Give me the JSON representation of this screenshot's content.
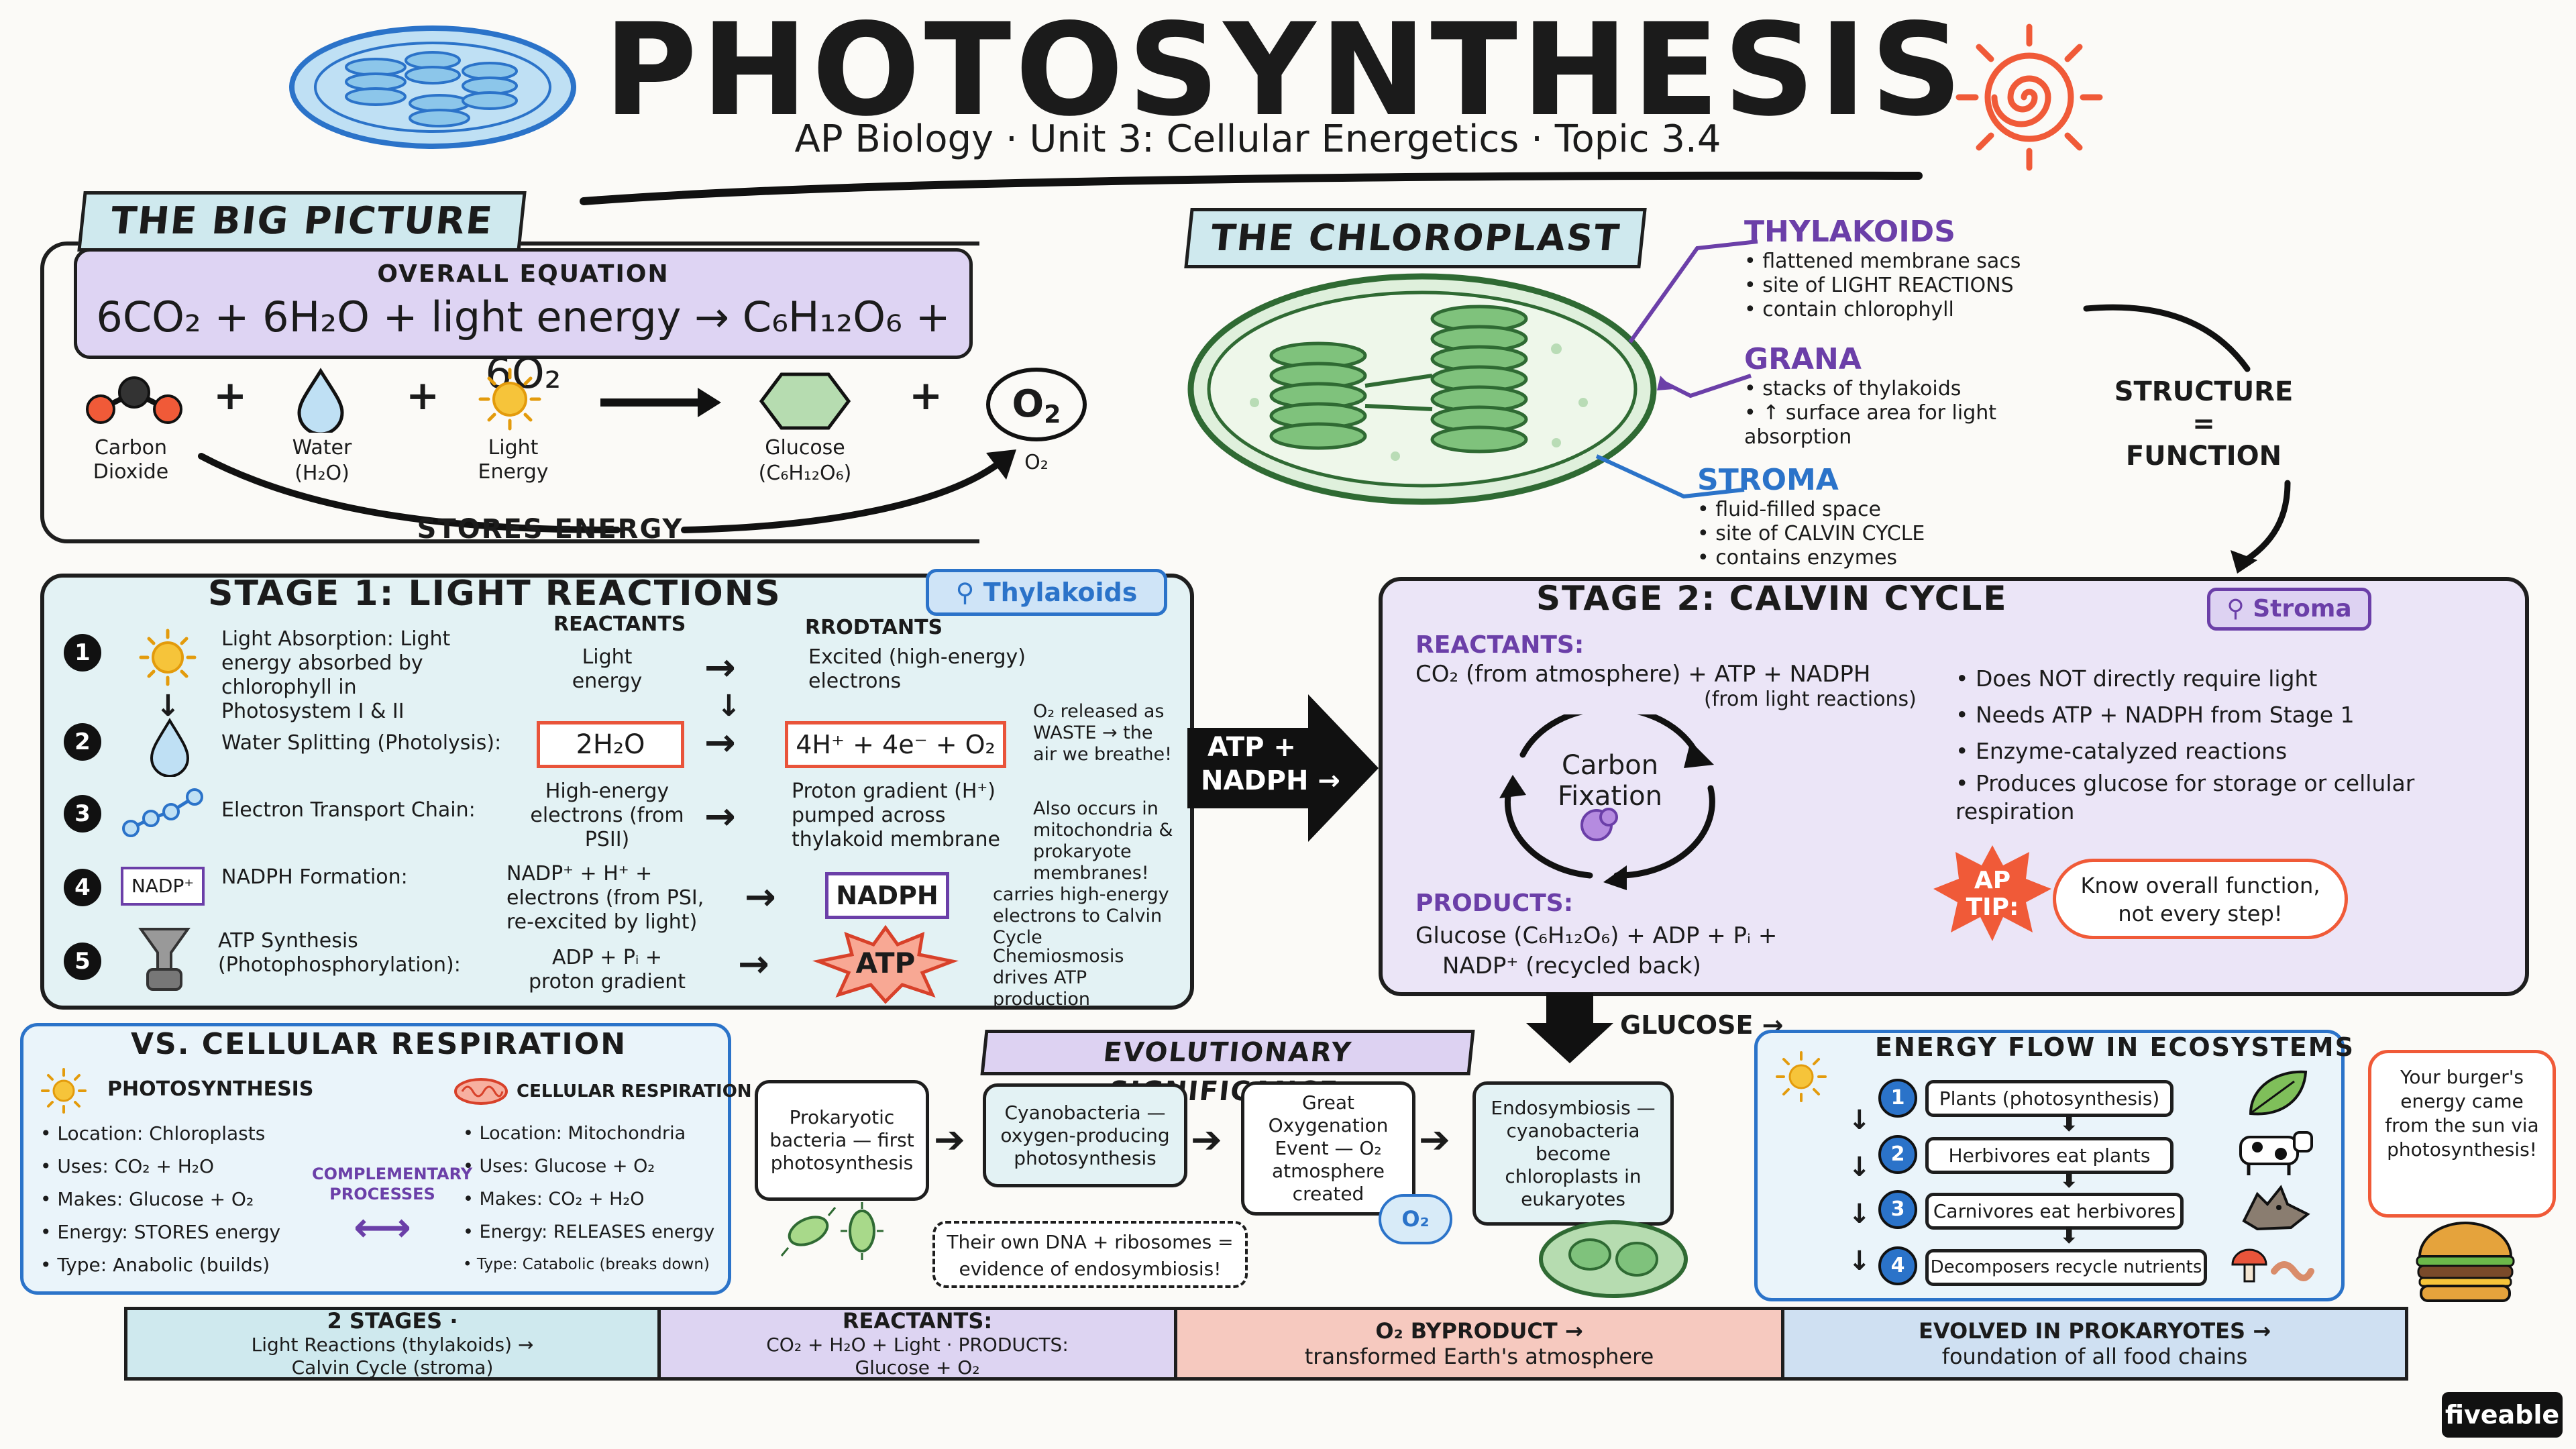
{
  "header": {
    "title": "PHOTOSYNTHESIS",
    "subtitle": "AP Biology · Unit 3: Cellular Energetics · Topic 3.4"
  },
  "big_picture": {
    "tag": "THE BIG PICTURE",
    "equation_label": "OVERALL EQUATION",
    "equation": "6CO₂ + 6H₂O + light energy → C₆H₁₂O₆ + 6O₂",
    "items": [
      {
        "name": "Carbon Dioxide",
        "sub": ""
      },
      {
        "name": "Water",
        "sub": "(H₂O)"
      },
      {
        "name": "Light Energy",
        "sub": ""
      },
      {
        "name": "Glucose",
        "sub": "(C₆H₁₂O₆)"
      },
      {
        "name": "O₂",
        "sub": "O₂"
      }
    ],
    "plus": "+",
    "stores": "STORES ENERGY"
  },
  "chloroplast": {
    "tag": "THE CHLOROPLAST",
    "thylakoids": {
      "title": "THYLAKOIDS",
      "points": [
        "flattened membrane sacs",
        "site of LIGHT REACTIONS",
        "contain chlorophyll"
      ]
    },
    "grana": {
      "title": "GRANA",
      "points": [
        "stacks of thylakoids",
        "↑ surface area for light absorption"
      ]
    },
    "stroma": {
      "title": "STROMA",
      "points": [
        "fluid-filled space",
        "site of CALVIN CYCLE",
        "contains enzymes"
      ]
    },
    "sf_top": "STRUCTURE",
    "sf_eq": "=",
    "sf_bottom": "FUNCTION"
  },
  "stage1": {
    "title": "STAGE 1: LIGHT REACTIONS",
    "location": "Thylakoids",
    "col_reactants": "REACTANTS",
    "col_products": "RRODTANTS",
    "steps": [
      {
        "num": "1",
        "name": "Light Absorption: Light energy absorbed by chlorophyll in Photosystem I & II",
        "reactant": "Light energy",
        "product": "Excited (high-energy) electrons",
        "note": ""
      },
      {
        "num": "2",
        "name": "Water Splitting (Photolysis):",
        "reactant": "2H₂O",
        "product": "4H⁺ + 4e⁻ + O₂",
        "note": "O₂ released as WASTE → the air we breathe!"
      },
      {
        "num": "3",
        "name": "Electron Transport Chain:",
        "reactant": "High-energy electrons (from PSII)",
        "product": "Proton gradient (H⁺) pumped across thylakoid membrane",
        "note": "Also occurs in mitochondria & prokaryote membranes!"
      },
      {
        "num": "4",
        "name": "NADPH Formation:",
        "reactant": "NADP⁺ + H⁺ + electrons (from PSI, re-excited by light)",
        "product": "NADPH",
        "note": "carries high-energy electrons to Calvin Cycle"
      },
      {
        "num": "5",
        "name": "ATP Synthesis (Photophosphorylation):",
        "reactant": "ADP + Pᵢ + proton gradient",
        "product": "ATP",
        "note": "Chemiosmosis drives ATP production"
      }
    ],
    "nadp_badge": "NADP⁺"
  },
  "transfer": {
    "line1": "ATP +",
    "line2": "NADPH →"
  },
  "stage2": {
    "title": "STAGE 2: CALVIN CYCLE",
    "location": "Stroma",
    "reactants_label": "REACTANTS:",
    "reactants": "CO₂ (from atmosphere) + ATP + NADPH",
    "reactants_note": "(from light reactions)",
    "cycle_label": "Carbon Fixation",
    "products_label": "PRODUCTS:",
    "products": "Glucose (C₆H₁₂O₆) + ADP + Pᵢ +",
    "products2": "NADP⁺ (recycled back)",
    "points": [
      "Does NOT directly require light",
      "Needs ATP + NADPH from Stage 1",
      "Enzyme-catalyzed reactions",
      "Produces glucose for storage or cellular respiration"
    ],
    "ap_tip": "AP TIP:",
    "tip_text": "Know overall function, not every step!",
    "glucose_out": "GLUCOSE →"
  },
  "vs": {
    "title": "VS. CELLULAR RESPIRATION",
    "photo_title": "PHOTOSYNTHESIS",
    "resp_title": "CELLULAR RESPIRATION",
    "middle": "COMPLEMENTARY PROCESSES",
    "photo": [
      {
        "k": "Location:",
        "v": "Chloroplasts"
      },
      {
        "k": "Uses:",
        "v": "CO₂ + H₂O"
      },
      {
        "k": "Makes:",
        "v": "Glucose + O₂"
      },
      {
        "k": "Energy:",
        "v": "STORES energy"
      },
      {
        "k": "Type:",
        "v": "Anabolic (builds)"
      }
    ],
    "resp": [
      {
        "k": "Location:",
        "v": "Mitochondria"
      },
      {
        "k": "Uses:",
        "v": "Glucose + O₂"
      },
      {
        "k": "Makes:",
        "v": "CO₂ + H₂O"
      },
      {
        "k": "Energy:",
        "v": "RELEASES energy"
      },
      {
        "k": "Type:",
        "v": "Catabolic (breaks down)"
      }
    ]
  },
  "evolution": {
    "title": "EVOLUTIONARY SIGNIFICANCE",
    "steps": [
      "Prokaryotic bacteria — first photosynthesis",
      "Cyanobacteria — oxygen-producing photosynthesis",
      "Great Oxygenation Event — O₂ atmosphere created",
      "Endosymbiosis — cyanobacteria become chloroplasts in eukaryotes"
    ],
    "note": "Their own DNA + ribosomes = evidence of endosymbiosis!",
    "o2_bubble": "O₂"
  },
  "energy_flow": {
    "title": "ENERGY FLOW IN ECOSYSTEMS",
    "steps": [
      {
        "num": "1",
        "text": "Plants (photosynthesis)"
      },
      {
        "num": "2",
        "text": "Herbivores eat plants"
      },
      {
        "num": "3",
        "text": "Carnivores eat herbivores"
      },
      {
        "num": "4",
        "text": "Decomposers recycle nutrients"
      }
    ],
    "burger_note": "Your burger's energy came from the sun via photosynthesis!"
  },
  "footer": [
    {
      "line1": "2 STAGES ·",
      "line2": "Light Reactions (thylakoids) →",
      "line3": "Calvin Cycle (stroma)",
      "color": "#cfe9ee"
    },
    {
      "line1": "REACTANTS:",
      "line2": "CO₂ + H₂O + Light · PRODUCTS:",
      "line3": "Glucose + O₂",
      "color": "#ddd4f2"
    },
    {
      "line1": "O₂ BYPRODUCT →",
      "line2": "transformed Earth's atmosphere",
      "line3": "",
      "color": "#f6c9bf"
    },
    {
      "line1": "EVOLVED IN PROKARYOTES →",
      "line2": "foundation of all food chains",
      "line3": "",
      "color": "#cfe0f2"
    }
  ],
  "brand": "fiveable",
  "colors": {
    "teal": "#d7eef1",
    "lavender": "#e6def5",
    "purple": "#6b3fa8",
    "blue": "#2b73c9",
    "coral": "#f26b4f",
    "yellow": "#f6b81f"
  }
}
